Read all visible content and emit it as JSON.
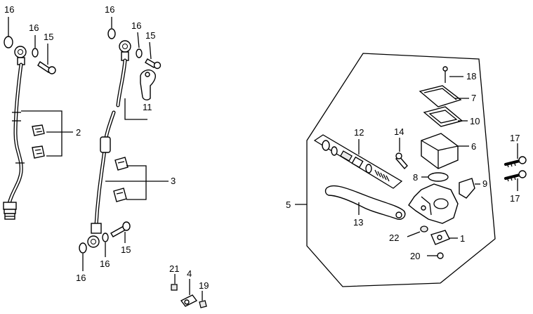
{
  "diagram": {
    "callouts": {
      "c16a": "16",
      "c16b": "16",
      "c15a": "15",
      "c2": "2",
      "c16c": "16",
      "c16d": "16",
      "c15b": "15",
      "c11": "11",
      "c3": "3",
      "c15c": "15",
      "c16e": "16",
      "c16f": "16",
      "c21": "21",
      "c4": "4",
      "c19": "19",
      "c5": "5",
      "c12": "12",
      "c13": "13",
      "c14": "14",
      "c18": "18",
      "c7": "7",
      "c10": "10",
      "c6": "6",
      "c8": "8",
      "c9": "9",
      "c22": "22",
      "c1": "1",
      "c20": "20",
      "c17a": "17",
      "c17b": "17"
    }
  }
}
